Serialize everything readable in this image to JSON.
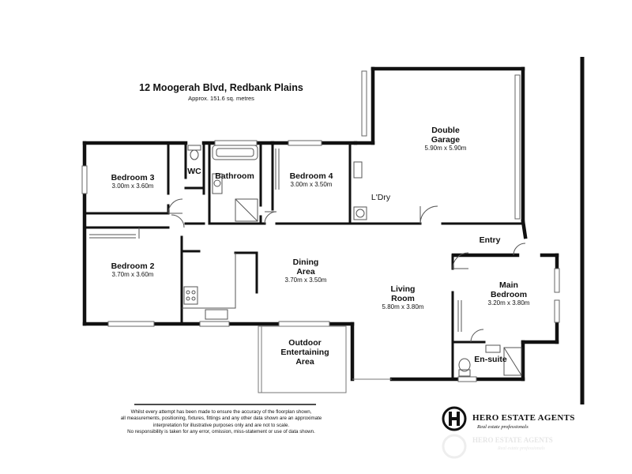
{
  "header": {
    "address": "12 Moogerah Blvd, Redbank Plains",
    "area": "Approx. 151.6 sq. metres"
  },
  "rooms": {
    "bedroom3": {
      "name": "Bedroom 3",
      "dims": "3.00m x 3.60m"
    },
    "wc": {
      "name": "WC"
    },
    "bathroom": {
      "name": "Bathroom"
    },
    "bedroom4": {
      "name": "Bedroom 4",
      "dims": "3.00m x 3.50m"
    },
    "garage": {
      "name_line1": "Double",
      "name_line2": "Garage",
      "dims": "5.90m x 5.90m"
    },
    "laundry": {
      "name": "L'Dry"
    },
    "entry": {
      "name": "Entry"
    },
    "bedroom2": {
      "name": "Bedroom 2",
      "dims": "3.70m x 3.60m"
    },
    "dining": {
      "name_line1": "Dining",
      "name_line2": "Area",
      "dims": "3.70m x 3.50m"
    },
    "living": {
      "name_line1": "Living",
      "name_line2": "Room",
      "dims": "5.80m x 3.80m"
    },
    "main_bedroom": {
      "name_line1": "Main",
      "name_line2": "Bedroom",
      "dims": "3.20m x 3.80m"
    },
    "ensuite": {
      "name": "En-suite"
    },
    "outdoor": {
      "name_line1": "Outdoor",
      "name_line2": "Entertaining",
      "name_line3": "Area"
    }
  },
  "disclaimer": {
    "line1": "Whilst every attempt has been made to ensure the accuracy of the floorplan shown,",
    "line2": "all measurements, positioning, fixtures, fittings and any other data shown are an approximate",
    "line3": "interpretation for illustrative purposes only and are not to scale.",
    "line4": "No responsibility is taken for any error, omission, miss-statement or use of data shown."
  },
  "brand": {
    "name": "HERO ESTATE AGENTS",
    "tagline": "Real estate professionals"
  }
}
